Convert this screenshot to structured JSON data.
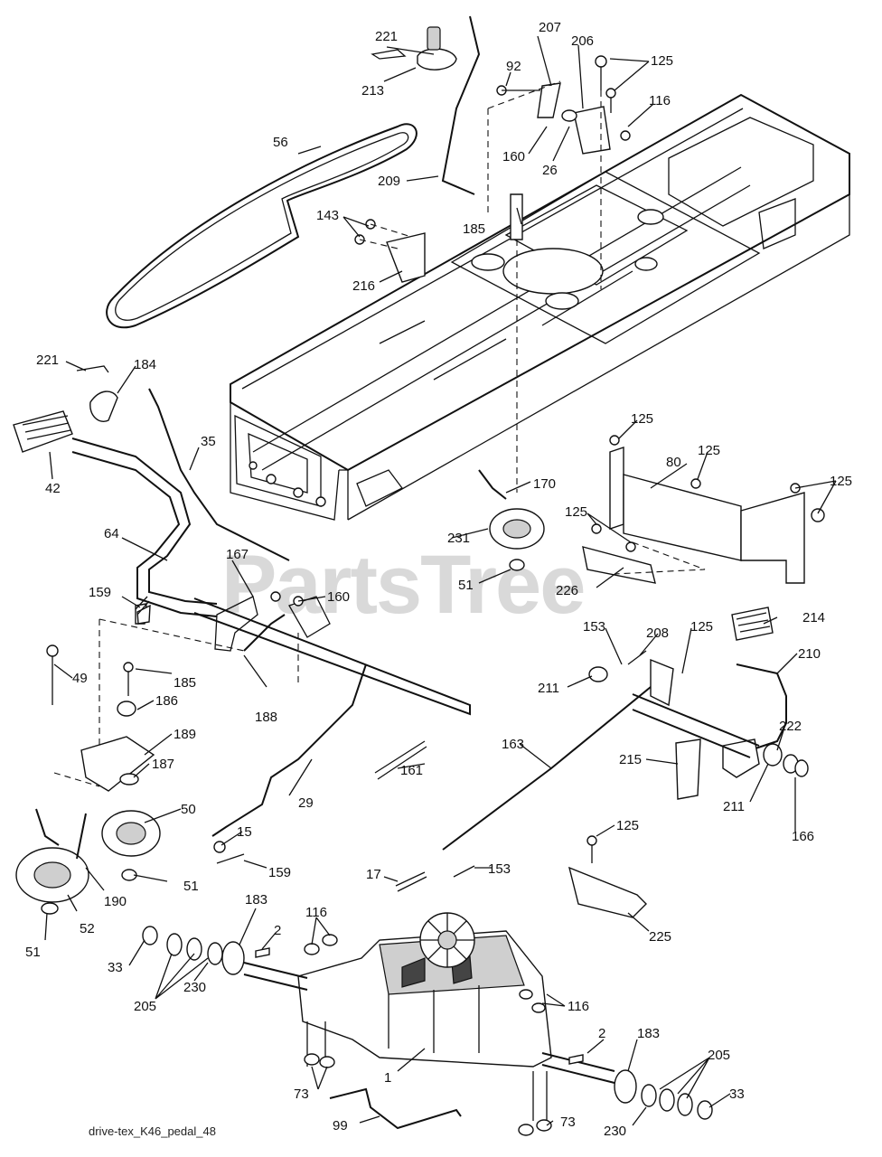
{
  "diagram": {
    "watermark": "PartsTree",
    "caption": "drive-tex_K46_pedal_48",
    "callouts": {
      "c221a": "221",
      "c213": "213",
      "c56": "56",
      "c209": "209",
      "c92": "92",
      "c207": "207",
      "c206": "206",
      "c125a": "125",
      "c116a": "116",
      "c160a": "160",
      "c26": "26",
      "c185a": "185",
      "c143": "143",
      "c216": "216",
      "c221b": "221",
      "c184": "184",
      "c42": "42",
      "c35": "35",
      "c64": "64",
      "c167": "167",
      "c160b": "160",
      "c159a": "159",
      "c49": "49",
      "c185b": "185",
      "c186": "186",
      "c189": "189",
      "c187": "187",
      "c188": "188",
      "c50": "50",
      "c29": "29",
      "c15": "15",
      "c159b": "159",
      "c190": "190",
      "c52": "52",
      "c51a": "51",
      "c51b": "51",
      "c51c": "51",
      "c170": "170",
      "c231": "231",
      "c125b": "125",
      "c125c": "125",
      "c80": "80",
      "c125d": "125",
      "c125e": "125",
      "c226": "226",
      "c153a": "153",
      "c208": "208",
      "c125f": "125",
      "c214": "214",
      "c210": "210",
      "c211a": "211",
      "c222": "222",
      "c163": "163",
      "c215": "215",
      "c211b": "211",
      "c166": "166",
      "c161": "161",
      "c17": "17",
      "c153b": "153",
      "c125g": "125",
      "c225": "225",
      "c183a": "183",
      "c116b": "116",
      "c2a": "2",
      "c33a": "33",
      "c205a": "205",
      "c230a": "230",
      "c116c": "116",
      "c1": "1",
      "c73a": "73",
      "c2b": "2",
      "c183b": "183",
      "c205b": "205",
      "c33b": "33",
      "c230b": "230",
      "c73b": "73",
      "c99": "99"
    }
  }
}
